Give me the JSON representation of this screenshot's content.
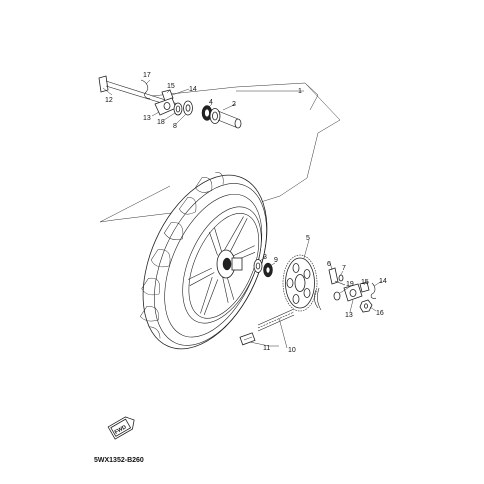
{
  "callouts": {
    "c1": "1",
    "c2": "2",
    "c3": "3",
    "c4": "4",
    "c5": "5",
    "c6": "6",
    "c7": "7",
    "c8": "8",
    "c9": "9",
    "c10": "10",
    "c11": "11",
    "c12": "12",
    "c13a": "13",
    "c13b": "13",
    "c14a": "14",
    "c14b": "14",
    "c15a": "15",
    "c15b": "15",
    "c16": "16",
    "c17": "17",
    "c18": "18",
    "c19": "19"
  },
  "fwd_badge": "FWD",
  "diagram_code": "5WX1352-B260",
  "colors": {
    "ink": "#222222",
    "paper": "#ffffff"
  }
}
